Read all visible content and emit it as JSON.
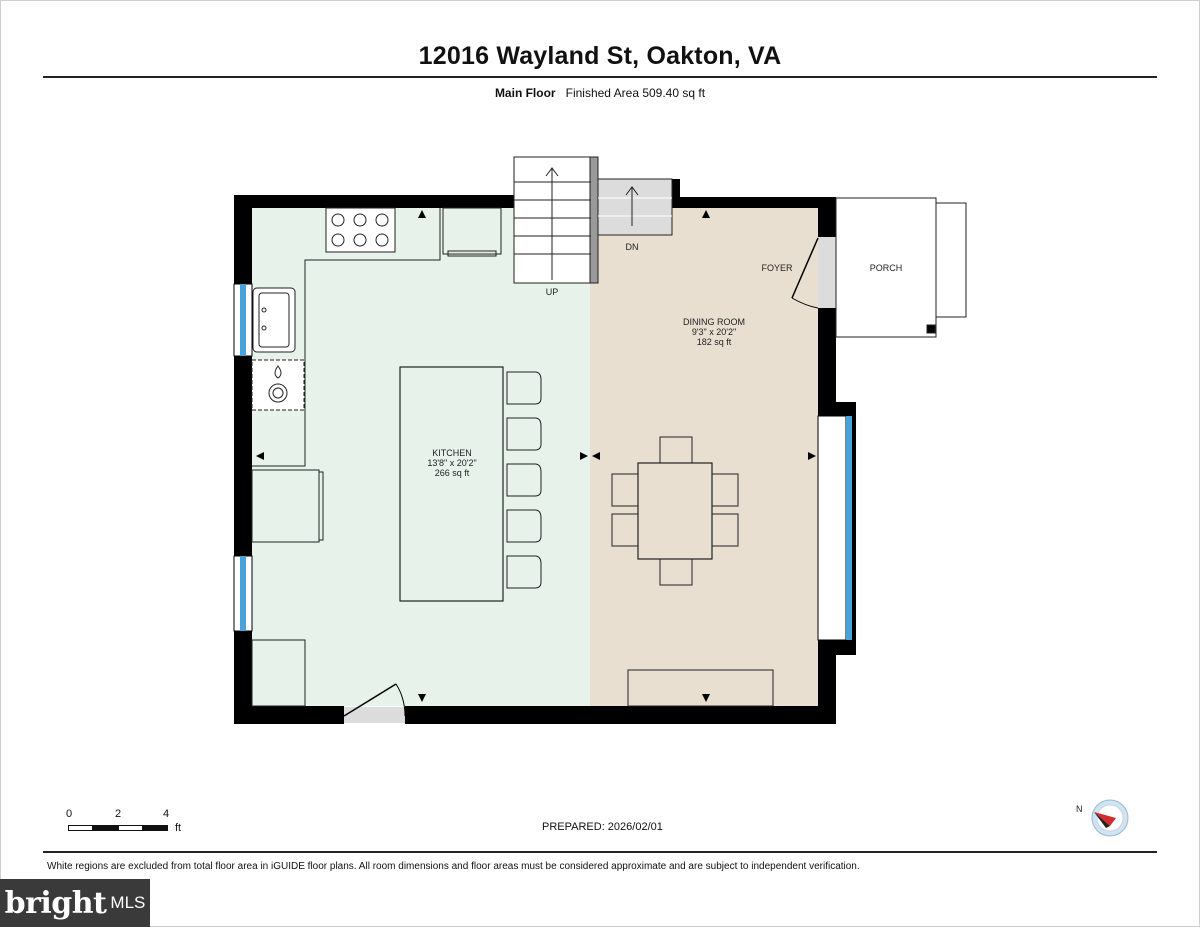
{
  "header": {
    "address": "12016 Wayland St, Oakton, VA",
    "floor_name": "Main Floor",
    "finished_area": "Finished Area 509.40 sq ft"
  },
  "rooms": {
    "kitchen": {
      "name": "KITCHEN",
      "dims": "13'8\" x 20'2\"",
      "area": "266 sq ft"
    },
    "dining": {
      "name": "DINING ROOM",
      "dims": "9'3\" x 20'2\"",
      "area": "182 sq ft"
    },
    "foyer": {
      "name": "FOYER"
    },
    "porch": {
      "name": "PORCH"
    }
  },
  "stairs": {
    "up_label": "UP",
    "down_label": "DN"
  },
  "scale": {
    "ticks": [
      "0",
      "2",
      "4"
    ],
    "unit": "ft"
  },
  "compass": {
    "north_label": "N"
  },
  "footer": {
    "prepared": "PREPARED: 2026/02/01",
    "disclaimer": "White regions are excluded from total floor area in iGUIDE floor plans. All room dimensions and floor areas must be considered approximate and are subject to independent verification."
  },
  "watermark": {
    "brand": "bright",
    "suffix": "MLS"
  },
  "colors": {
    "kitchen_fill": "#e6f2ea",
    "dining_fill": "#e8dfd0",
    "wall": "#000000",
    "window": "#4aa3d8",
    "stair_gray": "#dcdcdc"
  }
}
